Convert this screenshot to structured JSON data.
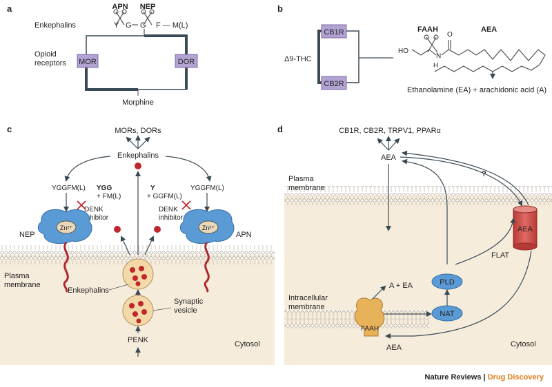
{
  "panels": {
    "a": {
      "letter": "a",
      "enkephalins": "Enkephalins",
      "seq_y": "Y",
      "seq_g1": "G",
      "seq_g2": "G",
      "seq_fm": "F — M(L)",
      "apn": "APN",
      "nep": "NEP",
      "opioid_line1": "Opioid",
      "opioid_line2": "receptors",
      "mor": "MOR",
      "dor": "DOR",
      "morphine": "Morphine"
    },
    "b": {
      "letter": "b",
      "cb1r": "CB1R",
      "cb2r": "CB2R",
      "thc": "Δ9-THC",
      "faah": "FAAH",
      "aea": "AEA",
      "ho": "HO",
      "o": "O",
      "n": "N",
      "h": "H",
      "products": "Ethanolamine (EA) + arachidonic acid (A)"
    },
    "c": {
      "letter": "c",
      "mors_dors": "MORs, DORs",
      "enkephalins_top": "Enkephalins",
      "yggfm_left": "YGGFM(L)",
      "ygg": "YGG",
      "fm": "+ FM(L)",
      "y": "Y",
      "ggfm": "+ GGFM(L)",
      "yggfm_right": "YGGFM(L)",
      "denk_line1": "DENK",
      "denk_line2": "inhibitor",
      "nep": "NEP",
      "apn": "APN",
      "zn": "Zn²⁺",
      "membrane_line1": "Plasma",
      "membrane_line2": "membrane",
      "enkephalins_vesicle": "Enkephalins",
      "synaptic_line1": "Synaptic",
      "synaptic_line2": "vesicle",
      "penk": "PENK",
      "cytosol": "Cytosol"
    },
    "d": {
      "letter": "d",
      "targets": "CB1R, CB2R, TRPV1, PPARα",
      "aea_top": "AEA",
      "question": "?",
      "membrane_line1": "Plasma",
      "membrane_line2": "membrane",
      "flat": "FLAT",
      "aea_flat": "AEA",
      "intra_line1": "Intracellular",
      "intra_line2": "membrane",
      "a_ea": "A + EA",
      "pld": "PLD",
      "nat": "NAT",
      "faah": "FAAH",
      "aea_bottom": "AEA",
      "cytosol": "Cytosol"
    }
  },
  "footer": {
    "journal": "Nature Reviews",
    "separator": " | ",
    "section": "Drug Discovery"
  },
  "colors": {
    "receptor_box": "#b3a3d3",
    "enzyme_blue": "#5b9bd5",
    "vesicle": "#f3d9a8",
    "enkephalin_dot": "#c0272d",
    "cytosol_bg": "#f6ecdc",
    "faah_orange": "#e8b25a",
    "flat_red": "#d9534f",
    "accent_orange": "#e07b1a"
  }
}
